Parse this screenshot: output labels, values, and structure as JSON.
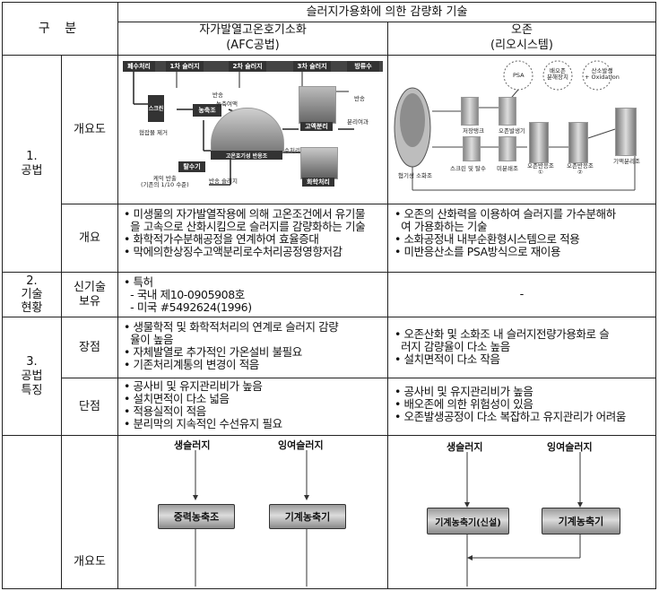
{
  "header": {
    "category": "구 분",
    "main_title": "슬러지가용화에  의한 감량화 기술",
    "col1_title": "자가발열고온호기소화",
    "col1_subtitle": "(AFC공법)",
    "col2_title": "오존",
    "col2_subtitle": "(리오시스템)"
  },
  "sections": {
    "s1": "1.\n공법",
    "s2": "2.\n기술\n현황",
    "s3": "3.\n공법\n특징"
  },
  "rows": {
    "overview_diagram": "개요도",
    "overview": "개요",
    "patent": "신기술\n보유",
    "pros": "장점",
    "cons": "단점",
    "overview_diagram2": "개요도"
  },
  "afc": {
    "overview": "• 미생물의 자가발열작용에 의해 고온조건에서 유기물\n  을 고속으로 산화시킴으로 슬러지를 감량화하는 기술\n• 화학적가수분해공정을 연계하여 효율증대\n• 막에의한상징수고액분리로수처리공정영향저감",
    "patent": "• 특허\n  - 국내 제10-0905908호\n  - 미국 #5492624(1996)",
    "pros": "• 생물학적 및 화학적처리의 연계로 슬러지 감량\n  율이 높음\n• 자체발열로 추가적인 가온설비 불필요\n• 기존처리계통의 변경이 적음",
    "cons": "• 공사비 및 유지관리비가 높음\n• 설치면적이 다소 넓음\n• 적용실적이 적음\n• 분리막의 지속적인 수선유지 필요",
    "diagram": {
      "influent": "폐수처리",
      "stage1": "1차 슬러지",
      "stage2": "2차 슬러지",
      "stage3": "3차 슬러지",
      "effluent": "방류수",
      "screen": "스크린",
      "thickener": "농축조",
      "grit": "협잡물 제거",
      "return": "반송",
      "thicken_liq": "농축여액",
      "reactor": "고온호기성 반응조",
      "separation": "고액분리",
      "chemical": "화학처리",
      "dewater": "탈수기",
      "cake": "케익 반출\n(기존의 1/10 수준)",
      "return_sludge": "반송 슬러지",
      "filtrate": "수처리",
      "separated": "분리여과"
    },
    "flow": {
      "raw": "생슬러지",
      "excess": "잉여슬러지",
      "gravity": "중력농축조",
      "mech": "기계농축기"
    }
  },
  "ozone": {
    "overview": "• 오존의 산화력을 이용하여 슬러지를 가수분해하\n  여 가용화하는 기술\n• 소화공정내 내부순환형시스템으로 적용\n• 미반응산소를 PSA방식으로 재이용",
    "patent": "-",
    "pros": "• 오존산화 및 소화조 내 슬러지전량가용화로 슬\n  러지 감량율이 다소 높음\n• 설치면적이 다소 작음",
    "cons": "• 공사비 및 유지관리비가 높음\n• 배오존에 의한 위험성이 있음\n• 오존발생공정이 다소 복잡하고 유지관리가 어려움",
    "diagram": {
      "digester": "혐기성 소화조",
      "tank1": "저장탱크",
      "tank2": "오존발생기",
      "screen": "스크린 및 탈수",
      "gen": "미분쇄조",
      "react1": "오존반응조\n①",
      "react2": "오존반응조\n②",
      "sep": "기액분리조",
      "psa": "PSA",
      "circ1": "배오존\n분해장치",
      "circ2": "산소발생\n+ Oxidation"
    },
    "flow": {
      "raw": "생슬러지",
      "excess": "잉여슬러지",
      "mech_new": "기계농축기(신설)",
      "mech": "기계농축기"
    }
  },
  "colors": {
    "line": "#222222",
    "dark_box": "#333333"
  }
}
